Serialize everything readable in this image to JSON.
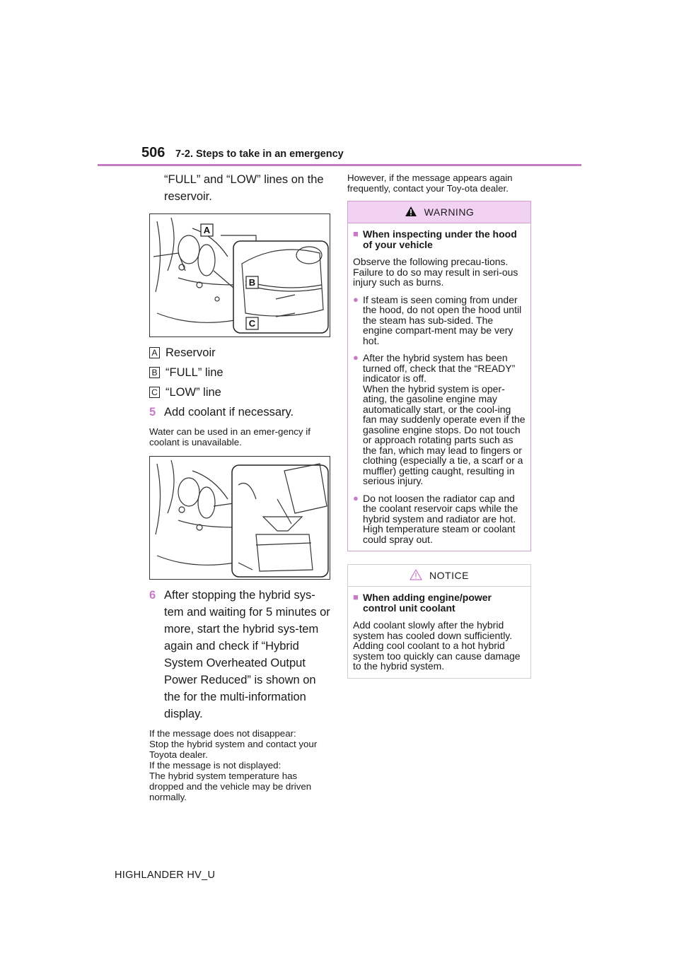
{
  "header": {
    "page_number": "506",
    "section": "7-2. Steps to take in an emergency"
  },
  "left": {
    "continuation": "“FULL” and “LOW” lines on the reservoir.",
    "figure1_callouts": [
      "A",
      "B",
      "C"
    ],
    "legend": [
      {
        "tag": "A",
        "text": "Reservoir"
      },
      {
        "tag": "B",
        "text": "“FULL” line"
      },
      {
        "tag": "C",
        "text": "“LOW” line"
      }
    ],
    "step5": {
      "num": "5",
      "text": "Add coolant if necessary."
    },
    "step5_note": "Water can be used in an emer-gency if coolant is unavailable.",
    "step6": {
      "num": "6",
      "text": "After stopping the hybrid sys-tem and waiting for 5 minutes or more, start the hybrid sys-tem again and check if “Hybrid System Overheated Output Power Reduced” is shown on the  for the multi-information display."
    },
    "step6_notes": [
      "If the message does not disappear:",
      "Stop the hybrid system and contact your Toyota dealer.",
      "If the message is not displayed:",
      "The hybrid system temperature has dropped and the vehicle may be driven normally."
    ]
  },
  "right": {
    "intro": "However, if the message appears again frequently, contact your Toy-ota dealer.",
    "warning": {
      "title": "WARNING",
      "subhead": "When inspecting under the hood of your vehicle",
      "lead": [
        "Observe the following precau-tions.",
        "Failure to do so may result in seri-ous injury such as burns."
      ],
      "bullets": [
        "If steam is seen coming from under the hood, do not open the hood until the steam has sub-sided. The engine compart-ment may be very hot.",
        "After the hybrid system has been turned off, check that the “READY” indicator is off.\nWhen the hybrid system is oper-ating, the gasoline engine may automatically start, or the cool-ing fan may suddenly operate even if the gasoline engine stops. Do not touch or approach rotating parts such as the fan, which may lead to fingers or clothing (especially a tie, a scarf or a muffler) getting caught, resulting in serious injury.",
        "Do not loosen the radiator cap and the coolant reservoir caps while the hybrid system and radiator are hot.\nHigh temperature steam or coolant could spray out."
      ]
    },
    "notice": {
      "title": "NOTICE",
      "subhead": "When adding engine/power control unit coolant",
      "body": "Add coolant slowly after the hybrid system has cooled down sufficiently. Adding cool coolant to a hot hybrid system too quickly can cause damage to the hybrid system."
    }
  },
  "footer": {
    "model": "HIGHLANDER HV_U"
  },
  "colors": {
    "accent": "#c77bc7",
    "warning_bg": "#f2d2f2"
  },
  "icons": [
    "warning-triangle-icon",
    "notice-triangle-icon"
  ]
}
